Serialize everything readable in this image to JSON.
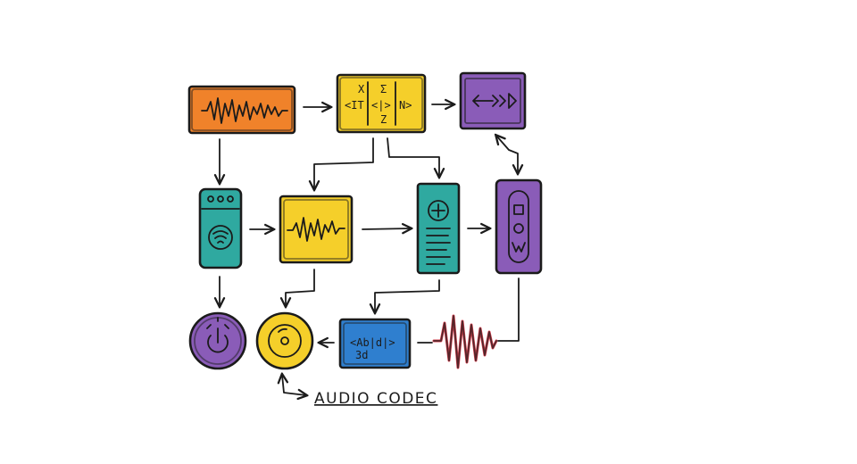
{
  "diagram": {
    "caption": "AUDIO CODEC",
    "colors": {
      "orange": "#f0822a",
      "yellow": "#f5cf2a",
      "purple": "#8a5cb8",
      "teal": "#2fa9a0",
      "blue": "#2f7fcf",
      "red": "#d9404f",
      "ink": "#1b1b1b"
    },
    "nodes": [
      {
        "id": "waveform-input-block",
        "color": "orange",
        "icon": "waveform-icon"
      },
      {
        "id": "transform-matrix-block",
        "color": "yellow",
        "icon": "matrix-glyph-icon",
        "glyphs": [
          "X",
          "Σ",
          "<IT",
          "<|>",
          "N>",
          "Z"
        ]
      },
      {
        "id": "playback-block",
        "color": "purple",
        "icon": "playback-arrows-icon"
      },
      {
        "id": "speaker-device",
        "color": "teal",
        "icon": "wifi-icon"
      },
      {
        "id": "waveform-processor-block",
        "color": "yellow",
        "icon": "waveform-icon"
      },
      {
        "id": "equalizer-panel",
        "color": "teal",
        "icon": "plus-circle-icon"
      },
      {
        "id": "remote-controller",
        "color": "purple",
        "icon": "controller-icon"
      },
      {
        "id": "power-knob",
        "color": "purple",
        "icon": "power-icon"
      },
      {
        "id": "disc-output",
        "color": "yellow",
        "icon": "disc-icon"
      },
      {
        "id": "encoder-block",
        "color": "blue",
        "icon": "encoder-glyph-icon",
        "glyphs": [
          "<Ab|d|>",
          "3d"
        ]
      },
      {
        "id": "red-signal-wave",
        "color": "red",
        "icon": "signal-wave-icon"
      }
    ]
  }
}
